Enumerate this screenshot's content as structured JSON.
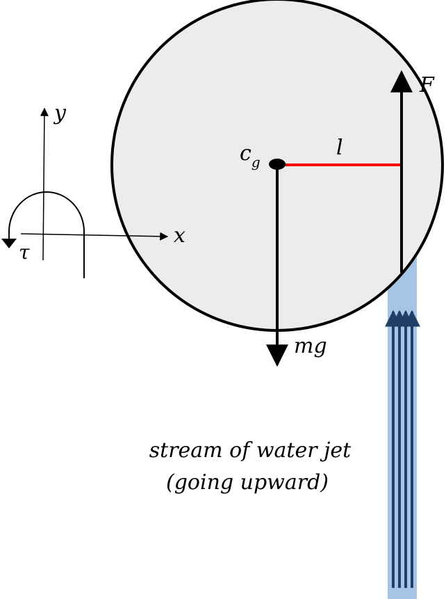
{
  "colors": {
    "disc_fill": "#ececec",
    "disc_stroke": "#000000",
    "lever_arm": "#ff0000",
    "water_jet": "#a6c5e6",
    "jet_streamlines": "#1f3f66",
    "ink": "#000000"
  },
  "axes": {
    "y_label": "y",
    "x_label": "x",
    "torque_label": "τ"
  },
  "disc": {
    "center_label": "c",
    "center_label_subscript": "g",
    "lever_label": "l",
    "force_label": "F",
    "weight_label": "mg"
  },
  "caption": {
    "line1": "stream of water jet",
    "line2": "(going upward)"
  }
}
